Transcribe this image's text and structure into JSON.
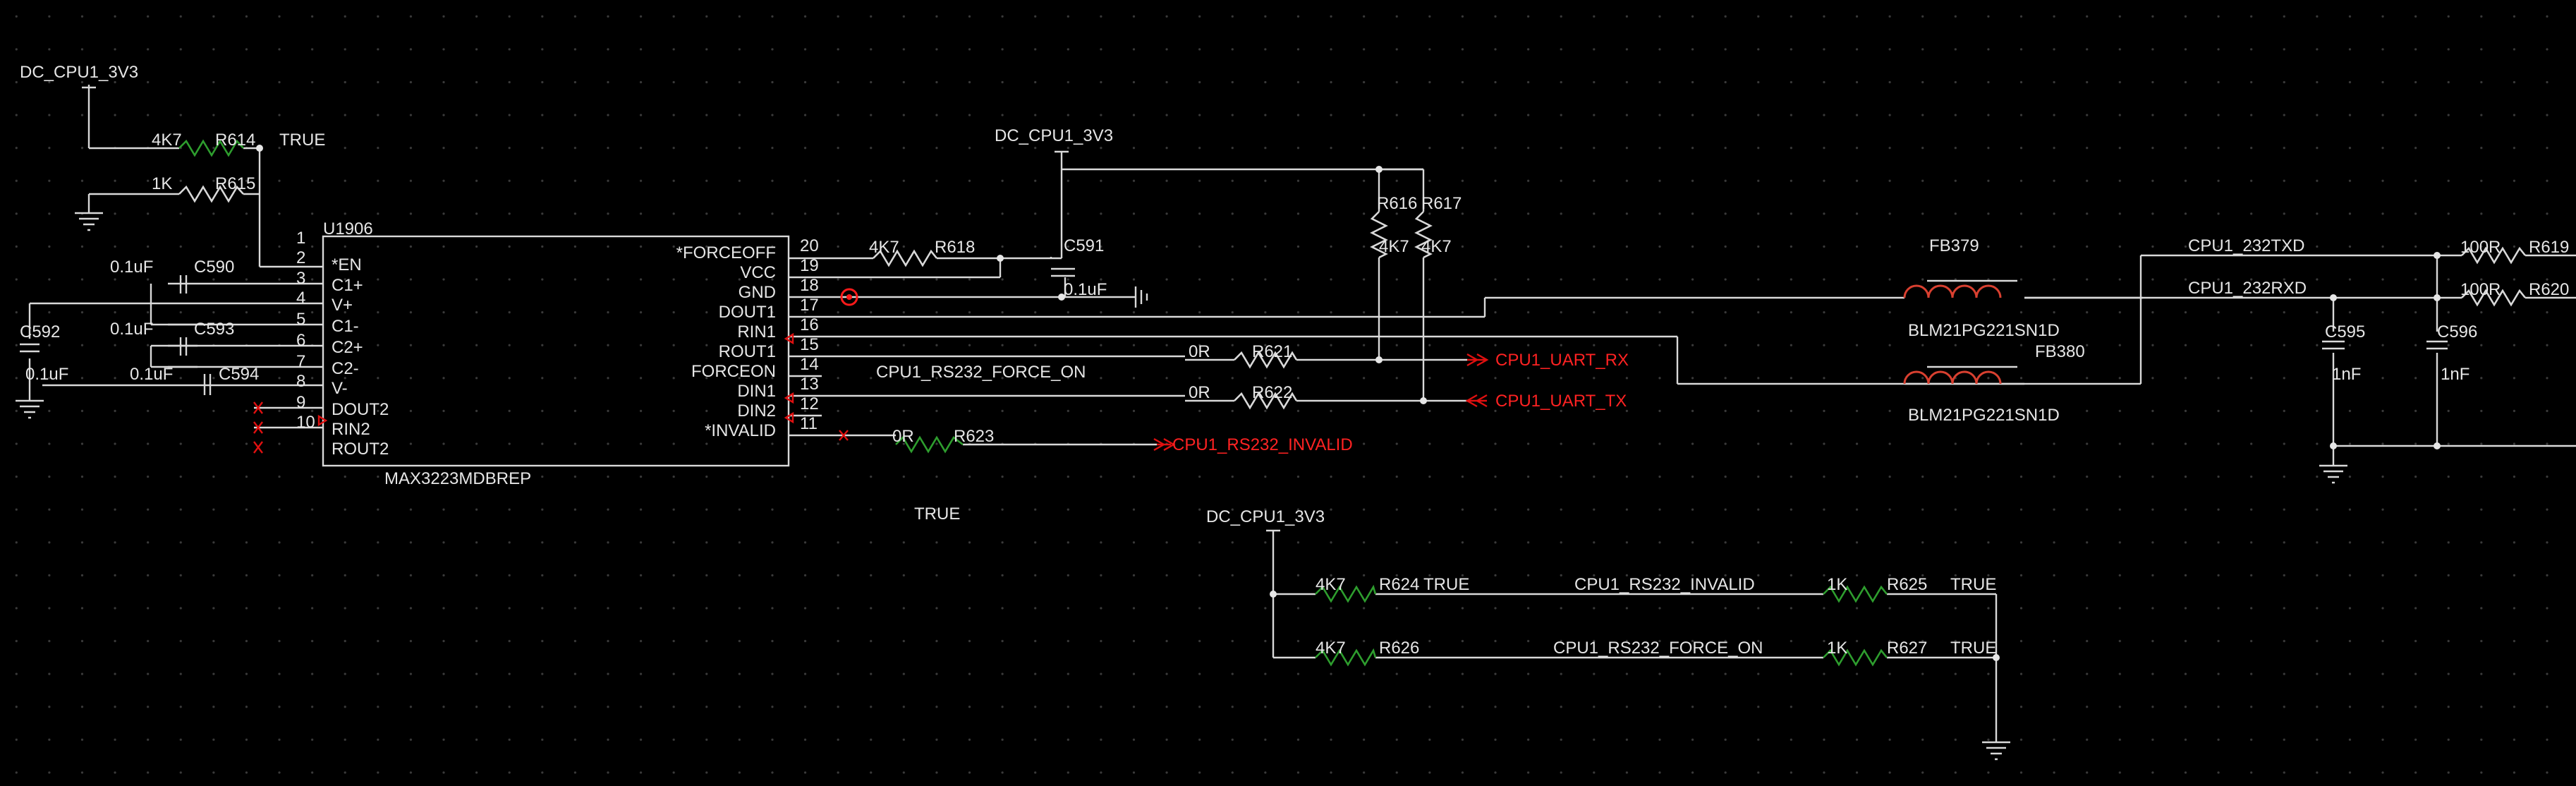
{
  "nets": {
    "dc_cpu1_3v3": "DC_CPU1_3V3",
    "cpu1_232txd": "CPU1_232TXD",
    "cpu1_232rxd": "CPU1_232RXD",
    "cpu1_rs232_force_on": "CPU1_RS232_FORCE_ON",
    "cpu1_rs232_invalid": "CPU1_RS232_INVALID",
    "cpu1_uart_rx": "CPU1_UART_RX",
    "cpu1_uart_tx": "CPU1_UART_TX",
    "cpu1_rs232_invalid_port": "CPU1_RS232_INVALID"
  },
  "chip": {
    "ref": "U1906",
    "part": "MAX3223MDBREP",
    "left_pins": [
      {
        "num": "1",
        "name": ""
      },
      {
        "num": "2",
        "name": "*EN"
      },
      {
        "num": "3",
        "name": "C1+"
      },
      {
        "num": "4",
        "name": "V+"
      },
      {
        "num": "5",
        "name": "C1-"
      },
      {
        "num": "6",
        "name": "C2+"
      },
      {
        "num": "7",
        "name": "C2-"
      },
      {
        "num": "8",
        "name": "V-"
      },
      {
        "num": "9",
        "name": "DOUT2"
      },
      {
        "num": "10",
        "name": "RIN2"
      },
      {
        "num": "",
        "name": "ROUT2"
      }
    ],
    "right_pins": [
      {
        "num": "20",
        "name": "*FORCEOFF"
      },
      {
        "num": "19",
        "name": "VCC"
      },
      {
        "num": "18",
        "name": "GND"
      },
      {
        "num": "17",
        "name": "DOUT1"
      },
      {
        "num": "16",
        "name": "RIN1"
      },
      {
        "num": "15",
        "name": "ROUT1"
      },
      {
        "num": "14",
        "name": "FORCEON"
      },
      {
        "num": "13",
        "name": "DIN1"
      },
      {
        "num": "12",
        "name": "DIN2"
      },
      {
        "num": "11",
        "name": "*INVALID"
      }
    ]
  },
  "resistors": {
    "r614": {
      "ref": "R614",
      "value": "4K7"
    },
    "r615": {
      "ref": "R615",
      "value": "1K"
    },
    "r618": {
      "ref": "R618",
      "value": "4K7"
    },
    "r616": {
      "ref": "R616",
      "value": "4K7"
    },
    "r617": {
      "ref": "R617",
      "value": "4K7"
    },
    "r621": {
      "ref": "R621",
      "value": "0R"
    },
    "r622": {
      "ref": "R622",
      "value": "0R"
    },
    "r623": {
      "ref": "R623",
      "value": "0R"
    },
    "r619": {
      "ref": "R619",
      "value": "100R"
    },
    "r620": {
      "ref": "R620",
      "value": "100R"
    },
    "r624": {
      "ref": "R624",
      "value": "4K7"
    },
    "r625": {
      "ref": "R625",
      "value": "1K"
    },
    "r626": {
      "ref": "R626",
      "value": "4K7"
    },
    "r627": {
      "ref": "R627",
      "value": "1K"
    }
  },
  "capacitors": {
    "c590": {
      "ref": "C590",
      "value": "0.1uF"
    },
    "c592": {
      "ref": "C592",
      "value": "0.1uF"
    },
    "c593": {
      "ref": "C593",
      "value": "0.1uF"
    },
    "c594": {
      "ref": "C594",
      "value": "0.1uF"
    },
    "c591": {
      "ref": "C591",
      "value": "0.1uF"
    },
    "c595": {
      "ref": "C595",
      "value": "1nF"
    },
    "c596": {
      "ref": "C596",
      "value": "1nF"
    }
  },
  "ferrites": {
    "fb379": {
      "ref": "FB379",
      "part": "BLM21PG221SN1D"
    },
    "fb380": {
      "ref": "FB380",
      "part": "BLM21PG221SN1D"
    }
  },
  "annotations": {
    "true_label": "TRUE"
  }
}
